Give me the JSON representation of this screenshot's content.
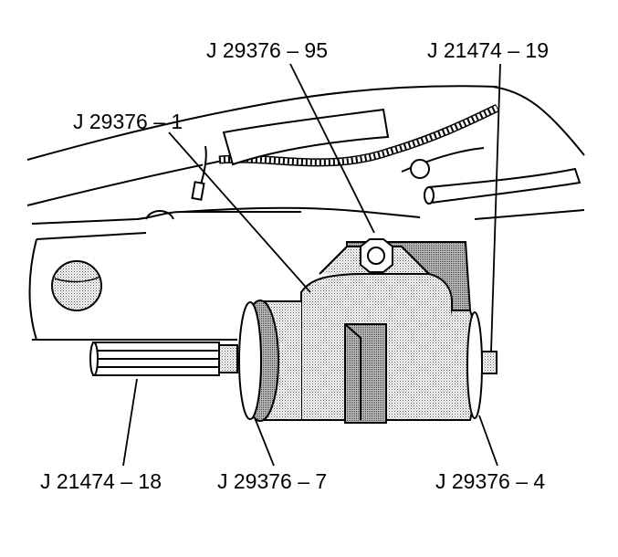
{
  "labels": {
    "top_center": "J 29376 – 95",
    "top_right": "J 21474 – 19",
    "upper_left": "J 29376 – 1",
    "bottom_left": "J 21474 – 18",
    "bottom_center": "J 29376 – 7",
    "bottom_right": "J 29376 – 4"
  },
  "colors": {
    "line": "#000000",
    "background": "#ffffff",
    "tool_fill": "#c8c8c8"
  }
}
